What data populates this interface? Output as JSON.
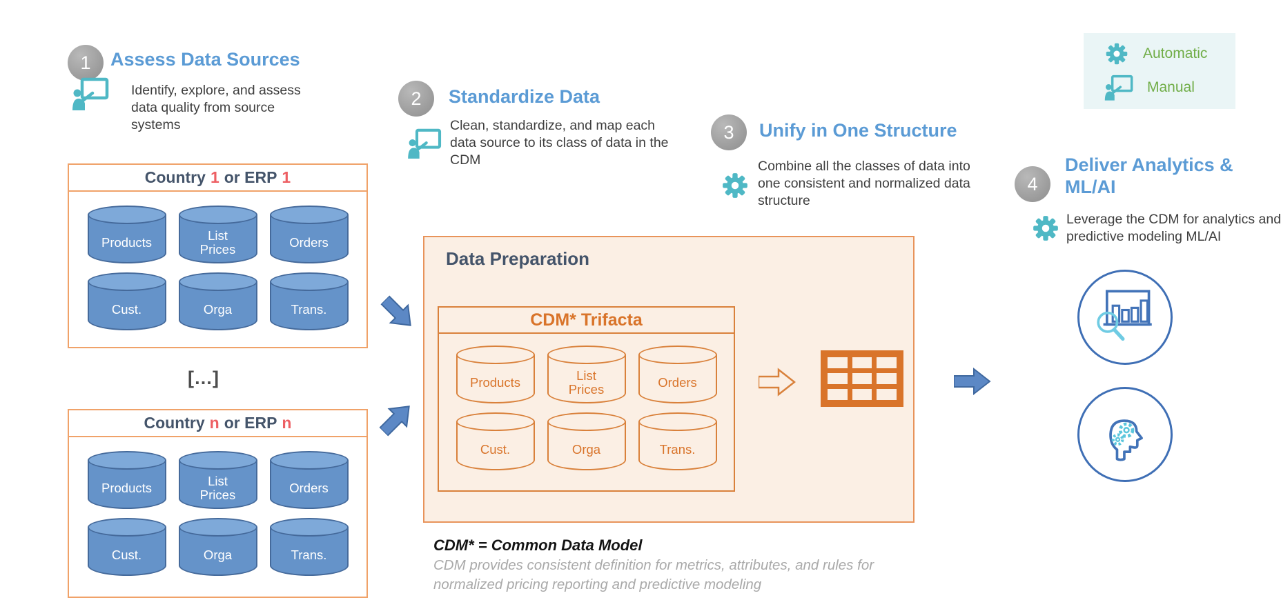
{
  "legend": {
    "items": [
      {
        "icon": "gear",
        "label": "Automatic"
      },
      {
        "icon": "manual",
        "label": "Manual"
      }
    ]
  },
  "steps": [
    {
      "number": "1",
      "title": "Assess Data Sources",
      "mode": "manual",
      "description": "Identify, explore, and assess data quality from source systems"
    },
    {
      "number": "2",
      "title": "Standardize Data",
      "mode": "manual",
      "description": "Clean, standardize, and map each data source to its class of data in the CDM"
    },
    {
      "number": "3",
      "title": "Unify in One Structure",
      "mode": "automatic",
      "description": "Combine all the classes of data into one consistent and normalized data structure"
    },
    {
      "number": "4",
      "title": "Deliver Analytics & ML/AI",
      "mode": "automatic",
      "description": "Leverage the CDM for analytics and predictive modeling ML/AI"
    }
  ],
  "country_boxes": [
    {
      "prefix": "Country",
      "num1": "1",
      "mid": "or ERP",
      "num2": "1",
      "databases": [
        "Products",
        "List Prices",
        "Orders",
        "Cust.",
        "Orga",
        "Trans."
      ]
    },
    {
      "prefix": "Country",
      "num1": "n",
      "mid": "or ERP",
      "num2": "n",
      "databases": [
        "Products",
        "List Prices",
        "Orders",
        "Cust.",
        "Orga",
        "Trans."
      ]
    }
  ],
  "ellipsis": "[…]",
  "data_preparation": {
    "title": "Data Preparation",
    "cdm_box_title": "CDM* Trifacta",
    "databases": [
      "Products",
      "List Prices",
      "Orders",
      "Cust.",
      "Orga",
      "Trans."
    ]
  },
  "footnote": {
    "title": "CDM* = Common Data Model",
    "line1": "CDM provides consistent definition for metrics, attributes, and rules for",
    "line2": "normalized pricing reporting and predictive modeling"
  },
  "colors": {
    "accent_blue": "#5B9BD5",
    "navy": "#44546A",
    "orange": "#D9742A",
    "red": "#ED5F63",
    "teal": "#4FB8C5",
    "green": "#70AD47",
    "cylinder_blue": "#6593C9",
    "peach": "#FBEFE4"
  }
}
